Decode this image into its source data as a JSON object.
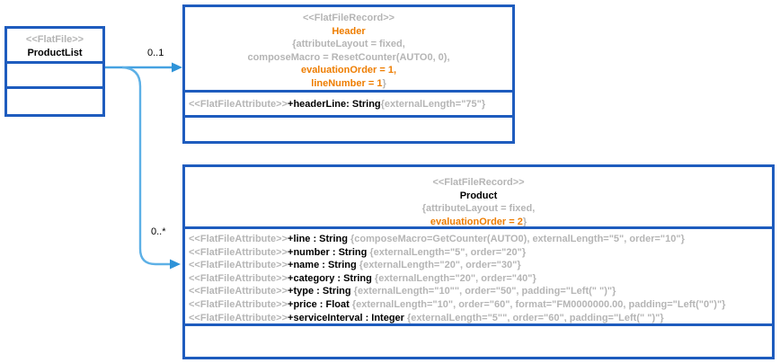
{
  "colors": {
    "box_border": "#1e5cbe",
    "connector": "#46a2e1",
    "tag_gray": "#b5b5b5",
    "highlight_orange": "#ee7d00",
    "text_black": "#000000"
  },
  "product_list": {
    "stereotype": "<<FlatFile>>",
    "name": "ProductList"
  },
  "header_record": {
    "stereotype": "<<FlatFileRecord>>",
    "name": "Header",
    "tag_gray_1": "{attributeLayout = fixed,",
    "tag_gray_2": "composeMacro = ResetCounter(AUTO0, 0),",
    "tag_orange_1": "evaluationOrder = 1,",
    "tag_orange_2": "lineNumber = 1",
    "tag_close": "}",
    "attribute": {
      "stereotype": "<<FlatFileAttribute>>",
      "name": "+headerLine: String",
      "props": " {externalLength=\"75\"}"
    }
  },
  "product_record": {
    "stereotype": "<<FlatFileRecord>>",
    "name": "Product",
    "tag_gray_1": "{attributeLayout = fixed,",
    "tag_orange_1": "evaluationOrder = 2",
    "tag_close": "}",
    "attributes": [
      {
        "stereotype": "<<FlatFileAttribute>>",
        "name": "+line : String",
        "props": " {composeMacro=GetCounter(AUTO0), externalLength=\"5\", order=\"10\"}"
      },
      {
        "stereotype": "<<FlatFileAttribute>>",
        "name": "+number : String",
        "props": " {externalLength=\"5\", order=\"20\"}"
      },
      {
        "stereotype": "<<FlatFileAttribute>>",
        "name": "+name : String",
        "props": " {externalLength=\"20\", order=\"30\"}"
      },
      {
        "stereotype": "<<FlatFileAttribute>>",
        "name": "+category : String",
        "props": " {externalLength=\"20\", order=\"40\"}"
      },
      {
        "stereotype": "<<FlatFileAttribute>>",
        "name": "+type : String",
        "props": " {externalLength=\"10\"\", order=\"50\", padding=\"Left(\" \")\"}"
      },
      {
        "stereotype": "<<FlatFileAttribute>>",
        "name": "+price : Float",
        "props": " {externalLength=\"10\", order=\"60\", format=\"FM0000000.00, padding=\"Left(\"0\")\"}"
      },
      {
        "stereotype": "<<FlatFileAttribute>>",
        "name": "+serviceInterval : Integer",
        "props": " {externalLength=\"5\"\", order=\"60\", padding=\"Left(\" \")\"}"
      }
    ]
  },
  "connectors": {
    "header_multiplicity": "0..1",
    "product_multiplicity": "0..*"
  }
}
